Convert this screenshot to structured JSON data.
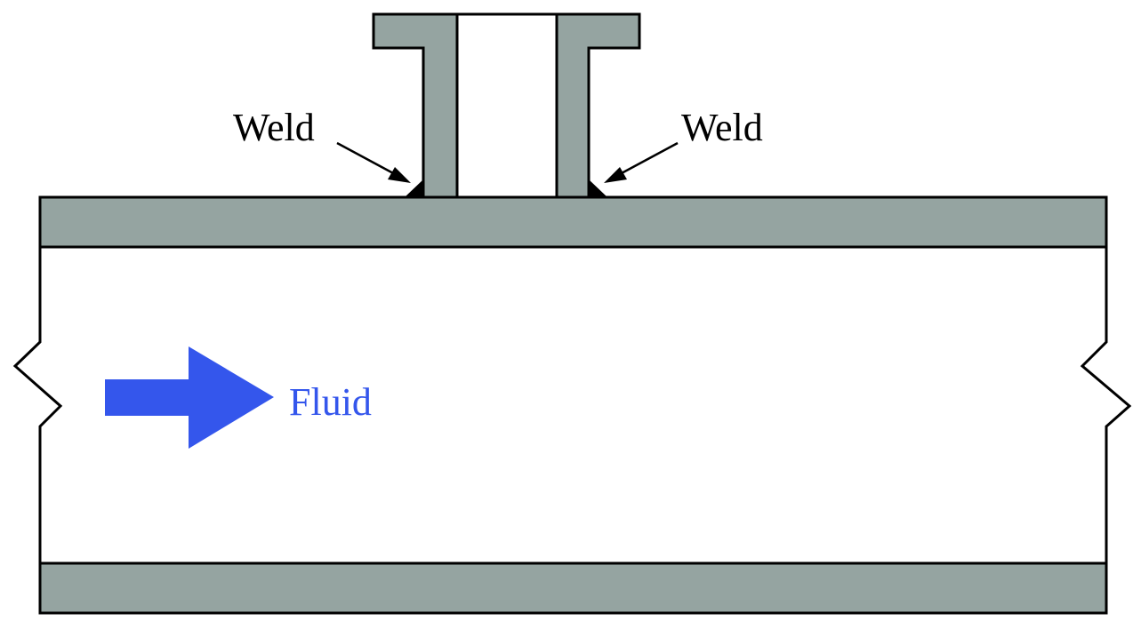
{
  "labels": {
    "weld_left": "Weld",
    "weld_right": "Weld",
    "fluid": "Fluid"
  },
  "colors": {
    "pipe_wall": "#95a4a1",
    "outline": "#000000",
    "background": "#ffffff",
    "fluid_arrow": "#3456ec",
    "weld_fill": "#000000"
  }
}
